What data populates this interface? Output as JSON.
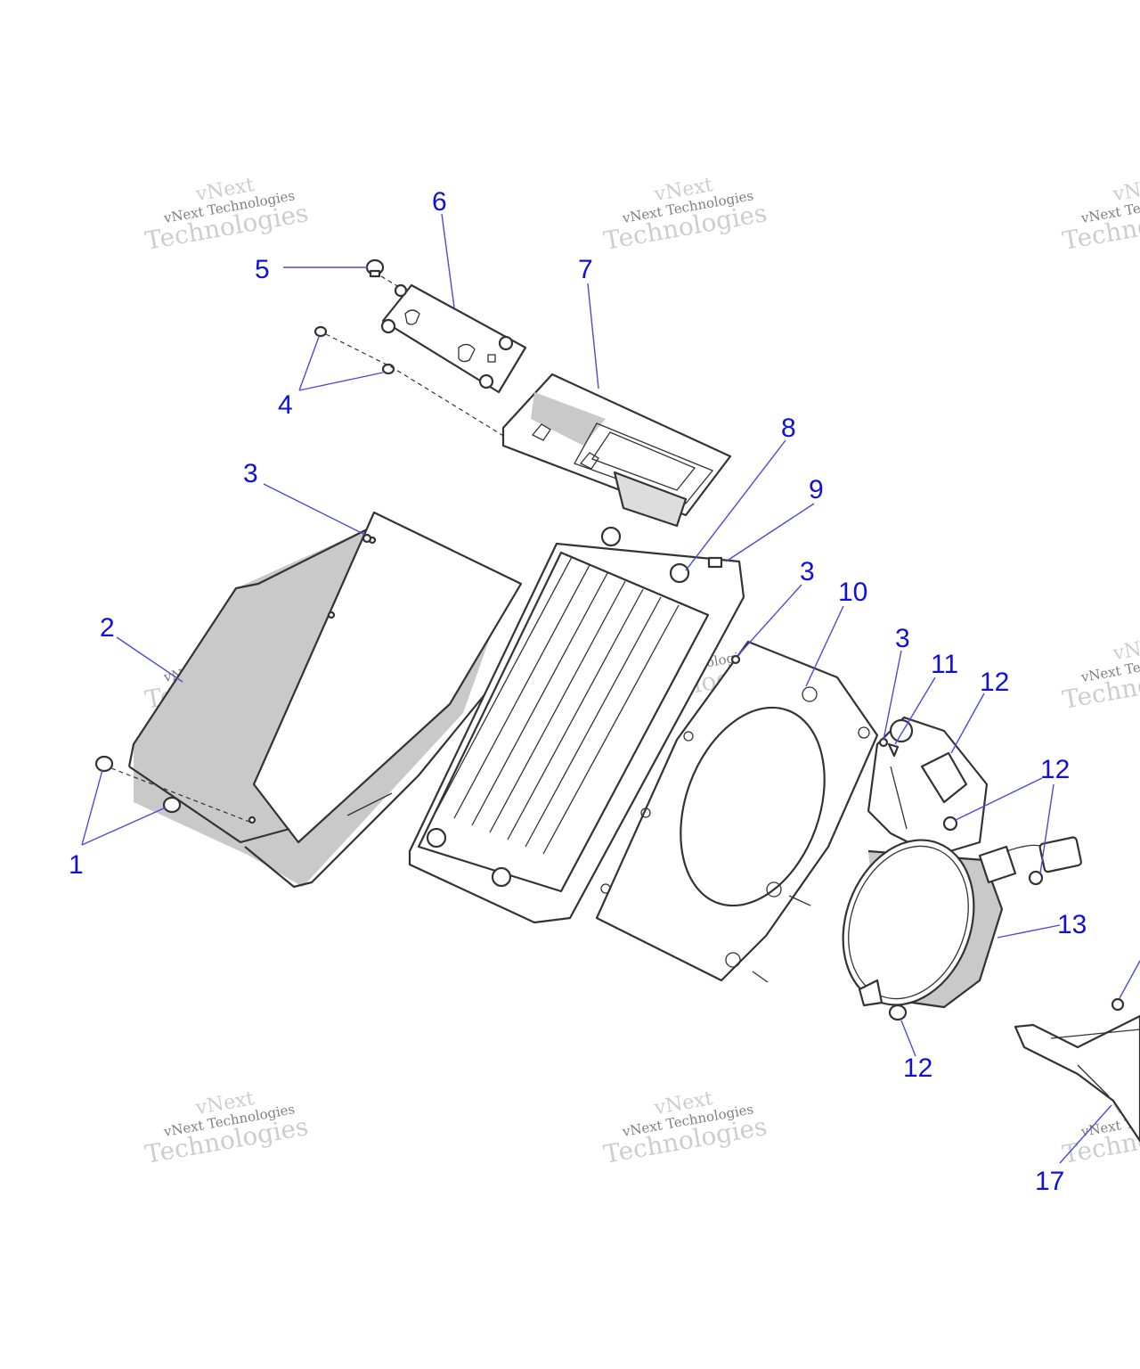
{
  "watermark": {
    "line1": "vNext Technologies",
    "line2": "vNext",
    "line3": "Technologies"
  },
  "callouts": [
    {
      "id": "c1",
      "text": "1"
    },
    {
      "id": "c2",
      "text": "2"
    },
    {
      "id": "c3a",
      "text": "3"
    },
    {
      "id": "c3b",
      "text": "3"
    },
    {
      "id": "c3c",
      "text": "3"
    },
    {
      "id": "c4",
      "text": "4"
    },
    {
      "id": "c5",
      "text": "5"
    },
    {
      "id": "c6",
      "text": "6"
    },
    {
      "id": "c7",
      "text": "7"
    },
    {
      "id": "c8",
      "text": "8"
    },
    {
      "id": "c9",
      "text": "9"
    },
    {
      "id": "c10",
      "text": "10"
    },
    {
      "id": "c11",
      "text": "11"
    },
    {
      "id": "c12a",
      "text": "12"
    },
    {
      "id": "c12b",
      "text": "12"
    },
    {
      "id": "c12c",
      "text": "12"
    },
    {
      "id": "c13",
      "text": "13"
    },
    {
      "id": "c17",
      "text": "17"
    }
  ],
  "colors": {
    "callout": "#1010d8",
    "leader": "#4a4ae0",
    "line": "#333333",
    "shade": "#c9c9c9"
  }
}
